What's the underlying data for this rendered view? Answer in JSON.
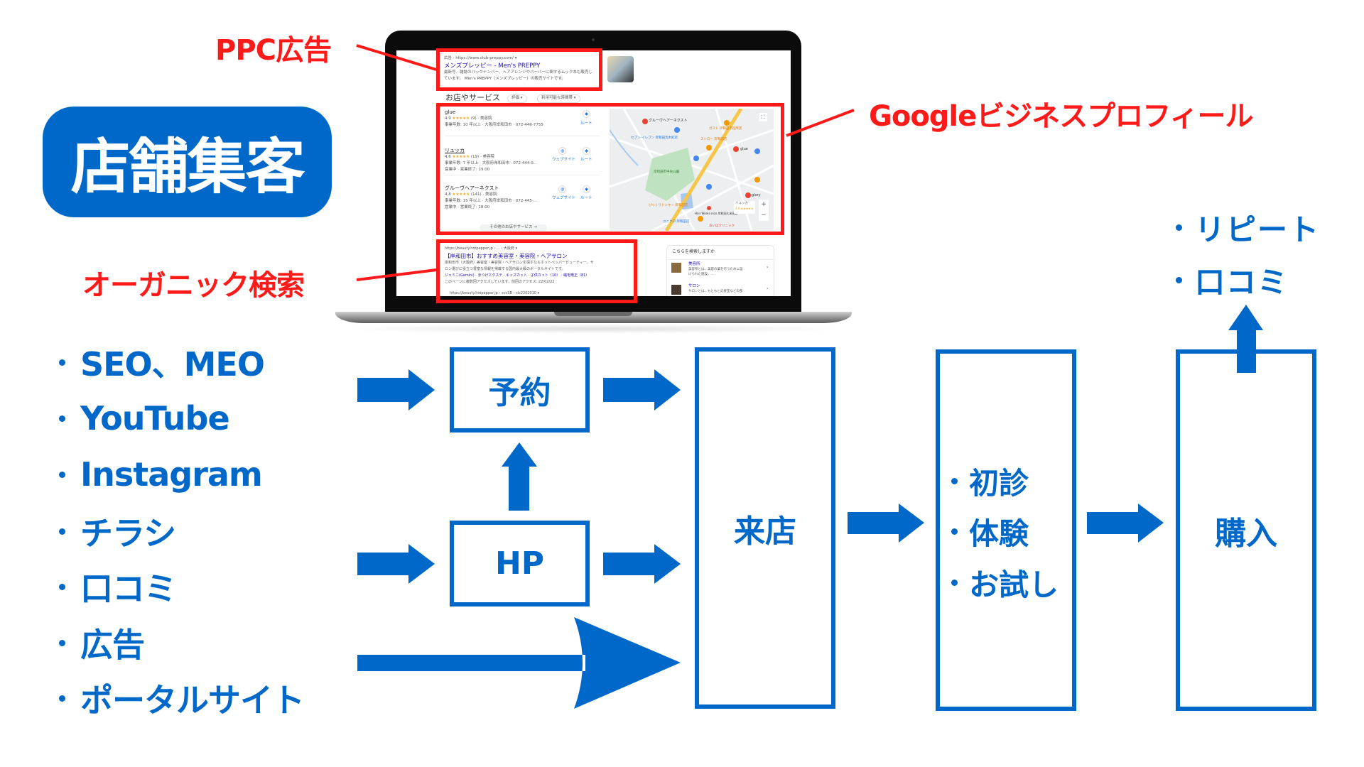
{
  "title": "店舗集客",
  "callouts": {
    "ppc": "PPC広告",
    "gbp": "Googleビジネスプロフィール",
    "organic": "オーガニック検索"
  },
  "channels": [
    "SEO、MEO",
    "YouTube",
    "Instagram",
    "チラシ",
    "口コミ",
    "広告",
    "ポータルサイト"
  ],
  "flow": {
    "reserve": "予約",
    "hp": "HP",
    "visit": "来店",
    "trial_items": [
      "初診",
      "体験",
      "お試し"
    ],
    "purchase": "購入",
    "after_items": [
      "リピート",
      "口コミ"
    ]
  },
  "serp": {
    "ad": {
      "label": "広告 · https://www.club-preppy.com/ ▾",
      "title": "メンズプレッピー - Men's PREPPY",
      "desc1": "最新号、雑誌のバックナンバー、ヘアアレンジやバーバーに関するムック本も販売し",
      "desc2": "ています。 Men's PREPPY（メンズプレッピー）の販売サイトです。"
    },
    "local": {
      "heading": "お店やサービス",
      "filters": [
        "評価 ▾",
        "利用可能な時間帯 ▾"
      ],
      "listings": [
        {
          "name": "glue",
          "rating": "4.9",
          "stars": "★★★★★",
          "meta": "(9) · 美容院",
          "detail": "事業年数: 10 年以上 · 大阪府岸和田市 · 072-446-7755",
          "hours": ""
        },
        {
          "name": "リュッカ",
          "rating": "4.6",
          "stars": "★★★★★",
          "meta": "(19) · 美容院",
          "detail": "事業年数: 7 年以上 · 大阪府岸和田市 · 072-444-0...",
          "hours": "営業中 · 営業終了: 19:00"
        },
        {
          "name": "グルーヴヘアーネクスト",
          "rating": "4.8",
          "stars": "★★★★★",
          "meta": "(141) · 美容院",
          "detail": "事業年数: 15 年以上 · 大阪府岸和田市 · 072-445-...",
          "hours": "営業中 · 営業終了: 18:00"
        }
      ],
      "website_label": "ウェブサイト",
      "route_label": "ルート",
      "more": "その他のお店やサービス →"
    },
    "map": {
      "labels": [
        "グルーヴヘアーネクスト",
        "glue",
        "glory",
        "セブン-イレブン 岸和田荒木町店",
        "岸和田市中央公園",
        "スシロー 岸和田店",
        "ガスト 岸和田市役所店",
        "びっくりドンキー 岸和田店",
        "ユニクロ 岸和田店",
        "Hair Works nico 岸和田久米田店",
        "あいはクリニック"
      ],
      "card_name": "リュッカ",
      "card_rating": "4.6 ★★★★★",
      "zoom_in": "+",
      "zoom_out": "−"
    },
    "organic": {
      "url": "https://beauty.hotpepper.jp › ... › 大阪府 ▾",
      "title": "【岸和田市】おすすめ美容室・美容院・ヘアサロン",
      "desc1": "岸和田市（大阪府）美容室・美容院・ヘアサロンを探すならホットペッパービューティー。サ",
      "desc2": "ロン選びに役立つ豊富な情報を掲載する国内最大級のポータルサイトです。",
      "links": "ジェミニ(Gemini) · まつげエクステ · キッズカット · 子供カット（10） · 縮毛矯正（81）",
      "visited": "このページに複数回アクセスしています。前回のアクセス: 22/02/22",
      "url2": "https://beauty.hotpepper.jp › svcSB › slc2202010 ▾"
    },
    "side": {
      "heading": "こちらを検索しますか",
      "items": [
        {
          "title": "美容所",
          "desc": "美容所とは、美容の業を行うために設",
          "desc2": "けられた施設。..."
        },
        {
          "title": "サロン",
          "desc": "サロンとは、もともと応接室などの部",
          "desc2": ""
        }
      ]
    }
  },
  "colors": {
    "blue": "#0068c8",
    "red": "#ff1a1a"
  }
}
